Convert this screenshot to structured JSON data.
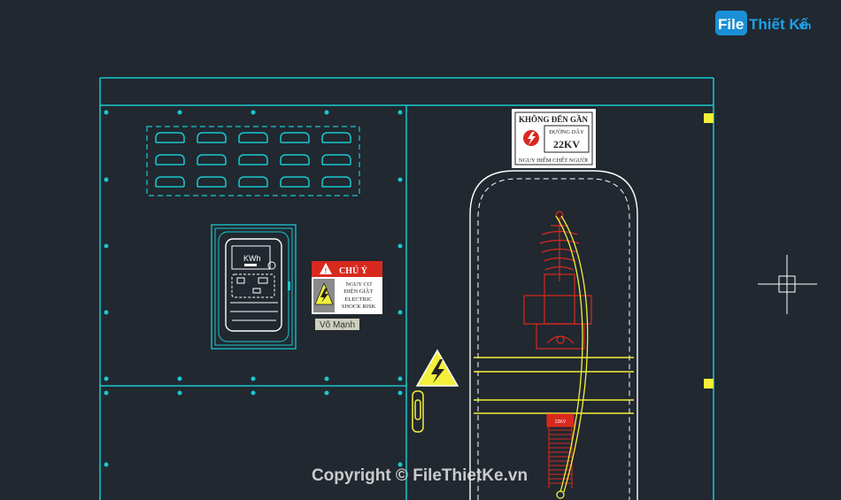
{
  "logo": {
    "word1": "File",
    "word2": "Thiết Kế",
    "suffix": ".vn"
  },
  "meter": {
    "unit_label": "KWh"
  },
  "caution_sign": {
    "header": "CHÚ Ý",
    "line1": "NGUY CƠ",
    "line2": "ĐIỆN GIẬT",
    "line3": "ELECTRIC",
    "line4": "SHOCK RISK"
  },
  "name_tag": "Võ Mạnh",
  "danger_sign": {
    "line1": "KHÔNG ĐẾN GẦN",
    "line2": "ĐƯỜNG DÂY",
    "line3": "22KV",
    "line4": "NGUY HIỂM CHẾT NGƯỜI"
  },
  "small_label": "22KV",
  "watermark": "Copyright © FileThietKe.vn",
  "colors": {
    "background": "#212830",
    "cyan": "#19c8cf",
    "yellow": "#f3ef3a",
    "red": "#d8291f",
    "white": "#ffffff"
  }
}
